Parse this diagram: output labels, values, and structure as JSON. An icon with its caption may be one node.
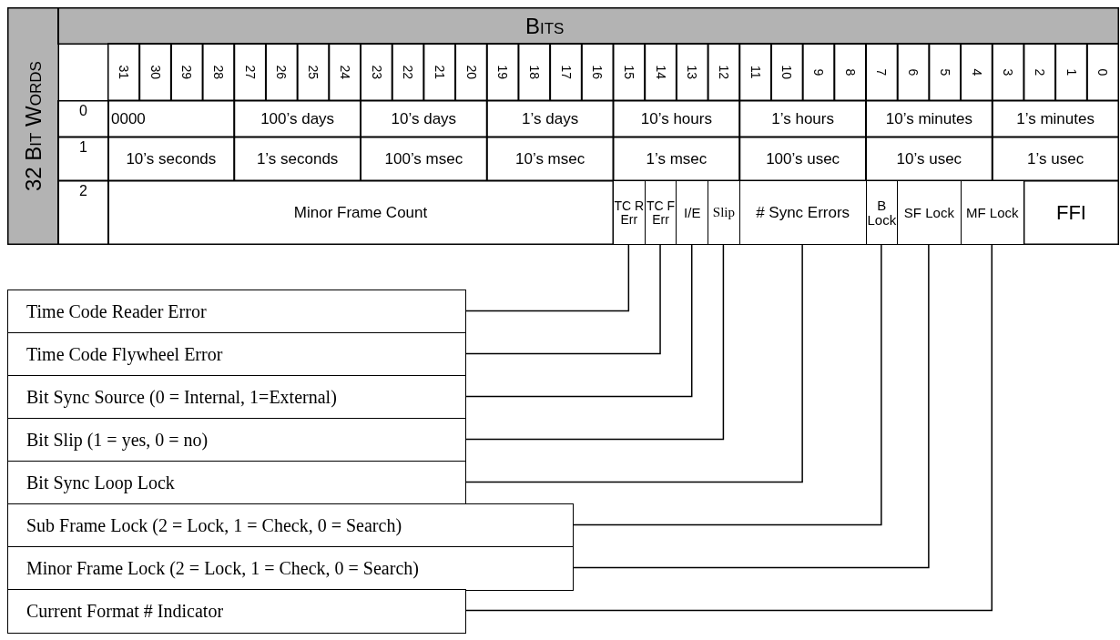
{
  "diagram": {
    "nodes": [
      {
        "text": [
          "TC R Err"
        ]
      },
      {
        "text": [
          "TC F Err"
        ]
      },
      {
        "text": [
          "I/E"
        ]
      },
      {
        "text": [
          "Slip"
        ]
      },
      {
        "text": [
          "# Sync Errors"
        ]
      },
      {
        "text": [
          "B Lock"
        ]
      },
      {
        "text": [
          "SF Lock"
        ]
      },
      {
        "text": [
          "MF Lock"
        ]
      },
      {
        "text": [
          "Time Code Reader Error"
        ]
      },
      {
        "text": [
          "Time Code Flywheel Error"
        ]
      },
      {
        "text": [
          "Bit Sync Source (0 = Internal, 1=External)"
        ]
      },
      {
        "text": [
          "Bit Slip (1 = yes, 0 = no)"
        ]
      },
      {
        "text": [
          "Bit Sync Loop Lock"
        ]
      },
      {
        "text": [
          "Sub Frame Lock (2 = Lock, 1 = Check, 0 = Search)"
        ]
      },
      {
        "text": [
          "Minor Frame Lock (2 = Lock, 1 = Check, 0 = Search)"
        ]
      },
      {
        "text": [
          "Current Format # Indicator"
        ]
      }
    ],
    "edges": [
      {
        "from": 8,
        "to": 0,
        "arrow": "none"
      },
      {
        "from": 9,
        "to": 1,
        "arrow": "none"
      },
      {
        "from": 10,
        "to": 2,
        "arrow": "none"
      },
      {
        "from": 11,
        "to": 3,
        "arrow": "none"
      },
      {
        "from": 12,
        "to": 4,
        "arrow": "none"
      },
      {
        "from": 13,
        "to": 5,
        "arrow": "none"
      },
      {
        "from": 14,
        "to": 6,
        "arrow": "none"
      },
      {
        "from": 15,
        "to": 7,
        "arrow": "none"
      }
    ],
    "labels": [
      "32 Bit Words",
      "Bits",
      "31",
      "30",
      "29",
      "28",
      "27",
      "26",
      "25",
      "24",
      "23",
      "22",
      "21",
      "20",
      "19",
      "18",
      "17",
      "16",
      "15",
      "14",
      "13",
      "12",
      "11",
      "10",
      "9",
      "8",
      "7",
      "6",
      "5",
      "4",
      "3",
      "2",
      "1",
      "0",
      "0",
      "0000",
      "100’s days",
      "10’s days",
      "1’s days",
      "10’s hours",
      "1’s hours",
      "10’s minutes",
      "1’s minutes",
      "1",
      "10’s seconds",
      "1’s seconds",
      "100’s msec",
      "10’s msec",
      "1’s msec",
      "100’s usec",
      "10’s usec",
      "1’s usec",
      "2",
      "Minor Frame Count",
      "FFI"
    ]
  }
}
